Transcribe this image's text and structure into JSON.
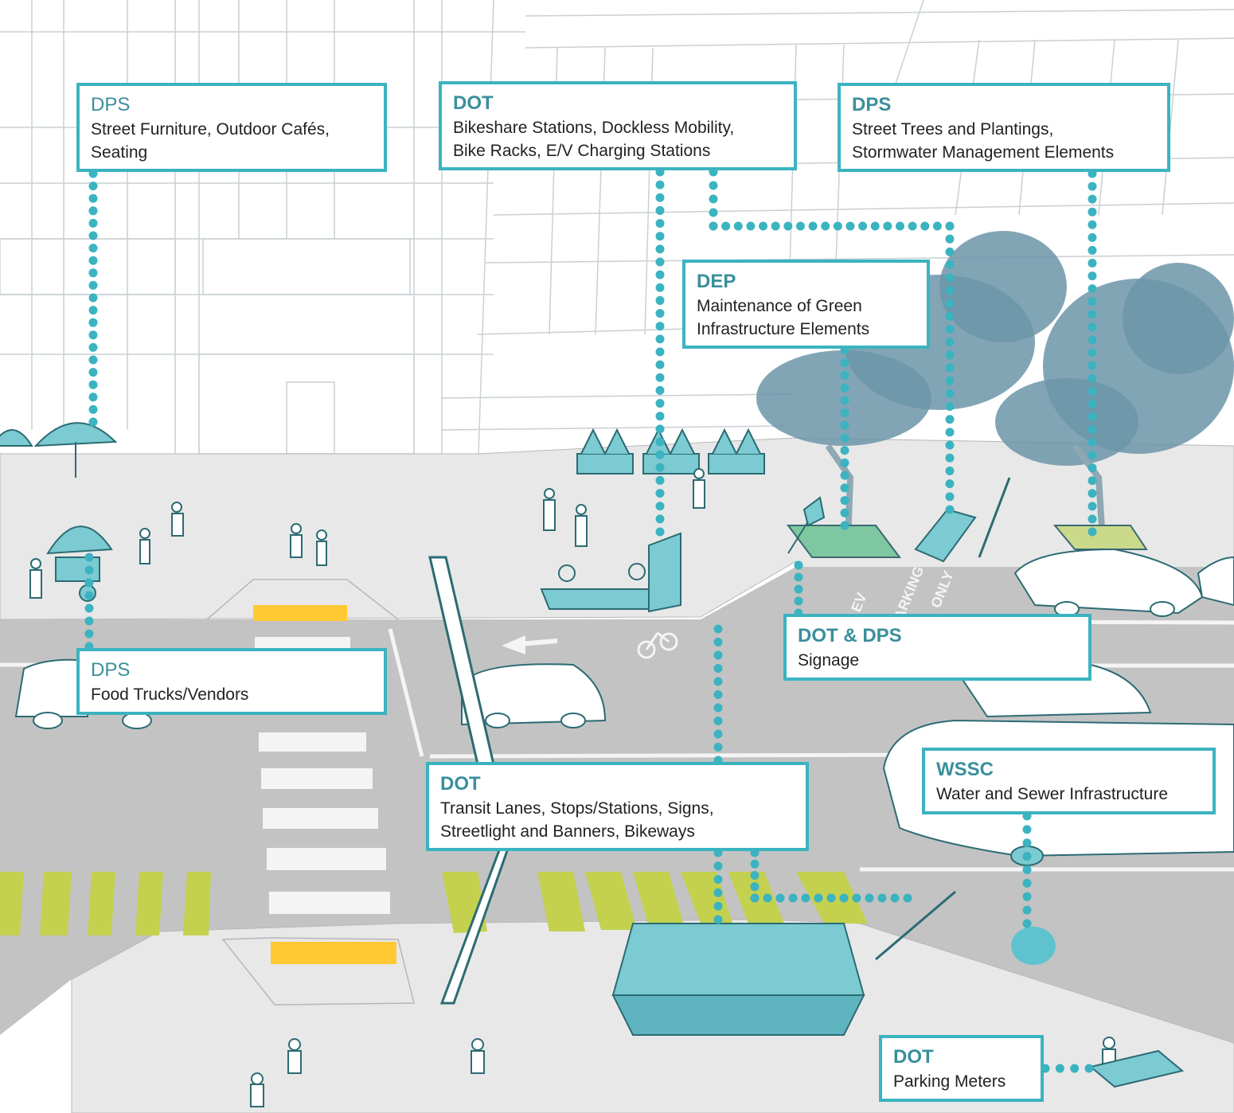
{
  "colors": {
    "accent": "#3bb3c0",
    "agency_text": "#3a8f9c",
    "road": "#bdbdbd",
    "sidewalk": "#e6e6e6",
    "bike_lane": "#c3d14f",
    "tactile": "#ffc934",
    "tree": "#6c95a8",
    "asset_fill": "#7ccad2"
  },
  "callouts": [
    {
      "agency": "DPS",
      "lines": [
        "Street Furniture, Outdoor Cafés,",
        "Seating"
      ]
    },
    {
      "agency": "DOT",
      "lines": [
        "Bikeshare Stations, Dockless Mobility,",
        "Bike Racks, E/V Charging Stations"
      ]
    },
    {
      "agency": "DPS",
      "lines": [
        "Street Trees and Plantings,",
        "Stormwater Management Elements"
      ]
    },
    {
      "agency": "DEP",
      "lines": [
        "Maintenance of Green",
        "Infrastructure Elements"
      ]
    },
    {
      "agency": "DPS",
      "lines": [
        "Food Trucks/Vendors"
      ]
    },
    {
      "agency": "DOT & DPS",
      "lines": [
        "Signage"
      ]
    },
    {
      "agency": "DOT",
      "lines": [
        "Transit Lanes, Stops/Stations, Signs,",
        "Streetlight and Banners, Bikeways"
      ]
    },
    {
      "agency": "WSSC",
      "lines": [
        "Water and Sewer Infrastructure"
      ]
    },
    {
      "agency": "DOT",
      "lines": [
        "Parking Meters"
      ]
    }
  ],
  "road_markings": {
    "ev_parking": [
      "EV",
      "PARKING",
      "ONLY"
    ]
  }
}
